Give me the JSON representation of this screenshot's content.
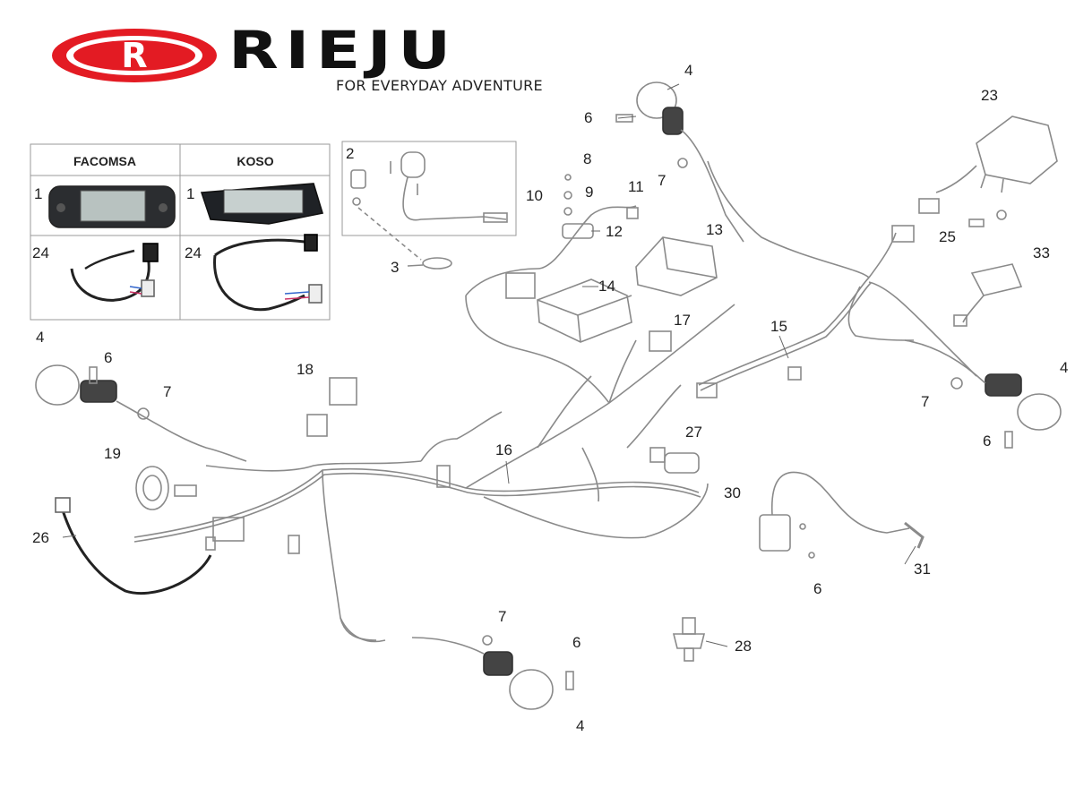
{
  "brand": {
    "name": "RIEJU",
    "tagline": "FOR EVERYDAY ADVENTURE",
    "logo_letter": "R",
    "accent_color": "#e31b23"
  },
  "dash_table": {
    "col1_header": "FACOMSA",
    "col2_header": "KOSO",
    "row1_label_left": "1",
    "row1_label_right": "1",
    "row2_label_left": "24",
    "row2_label_right": "24"
  },
  "callouts": {
    "c2": "2",
    "c3": "3",
    "c4a": "4",
    "c4b": "4",
    "c4c": "4",
    "c4d": "4",
    "c6a": "6",
    "c6b": "6",
    "c6c": "6",
    "c6d": "6",
    "c6e": "6",
    "c7a": "7",
    "c7b": "7",
    "c7c": "7",
    "c7d": "7",
    "c8": "8",
    "c9": "9",
    "c10": "10",
    "c11": "11",
    "c12": "12",
    "c13": "13",
    "c14": "14",
    "c15": "15",
    "c16": "16",
    "c17": "17",
    "c18": "18",
    "c19": "19",
    "c23": "23",
    "c25": "25",
    "c26": "26",
    "c27": "27",
    "c28": "28",
    "c30": "30",
    "c31": "31",
    "c33": "33"
  }
}
